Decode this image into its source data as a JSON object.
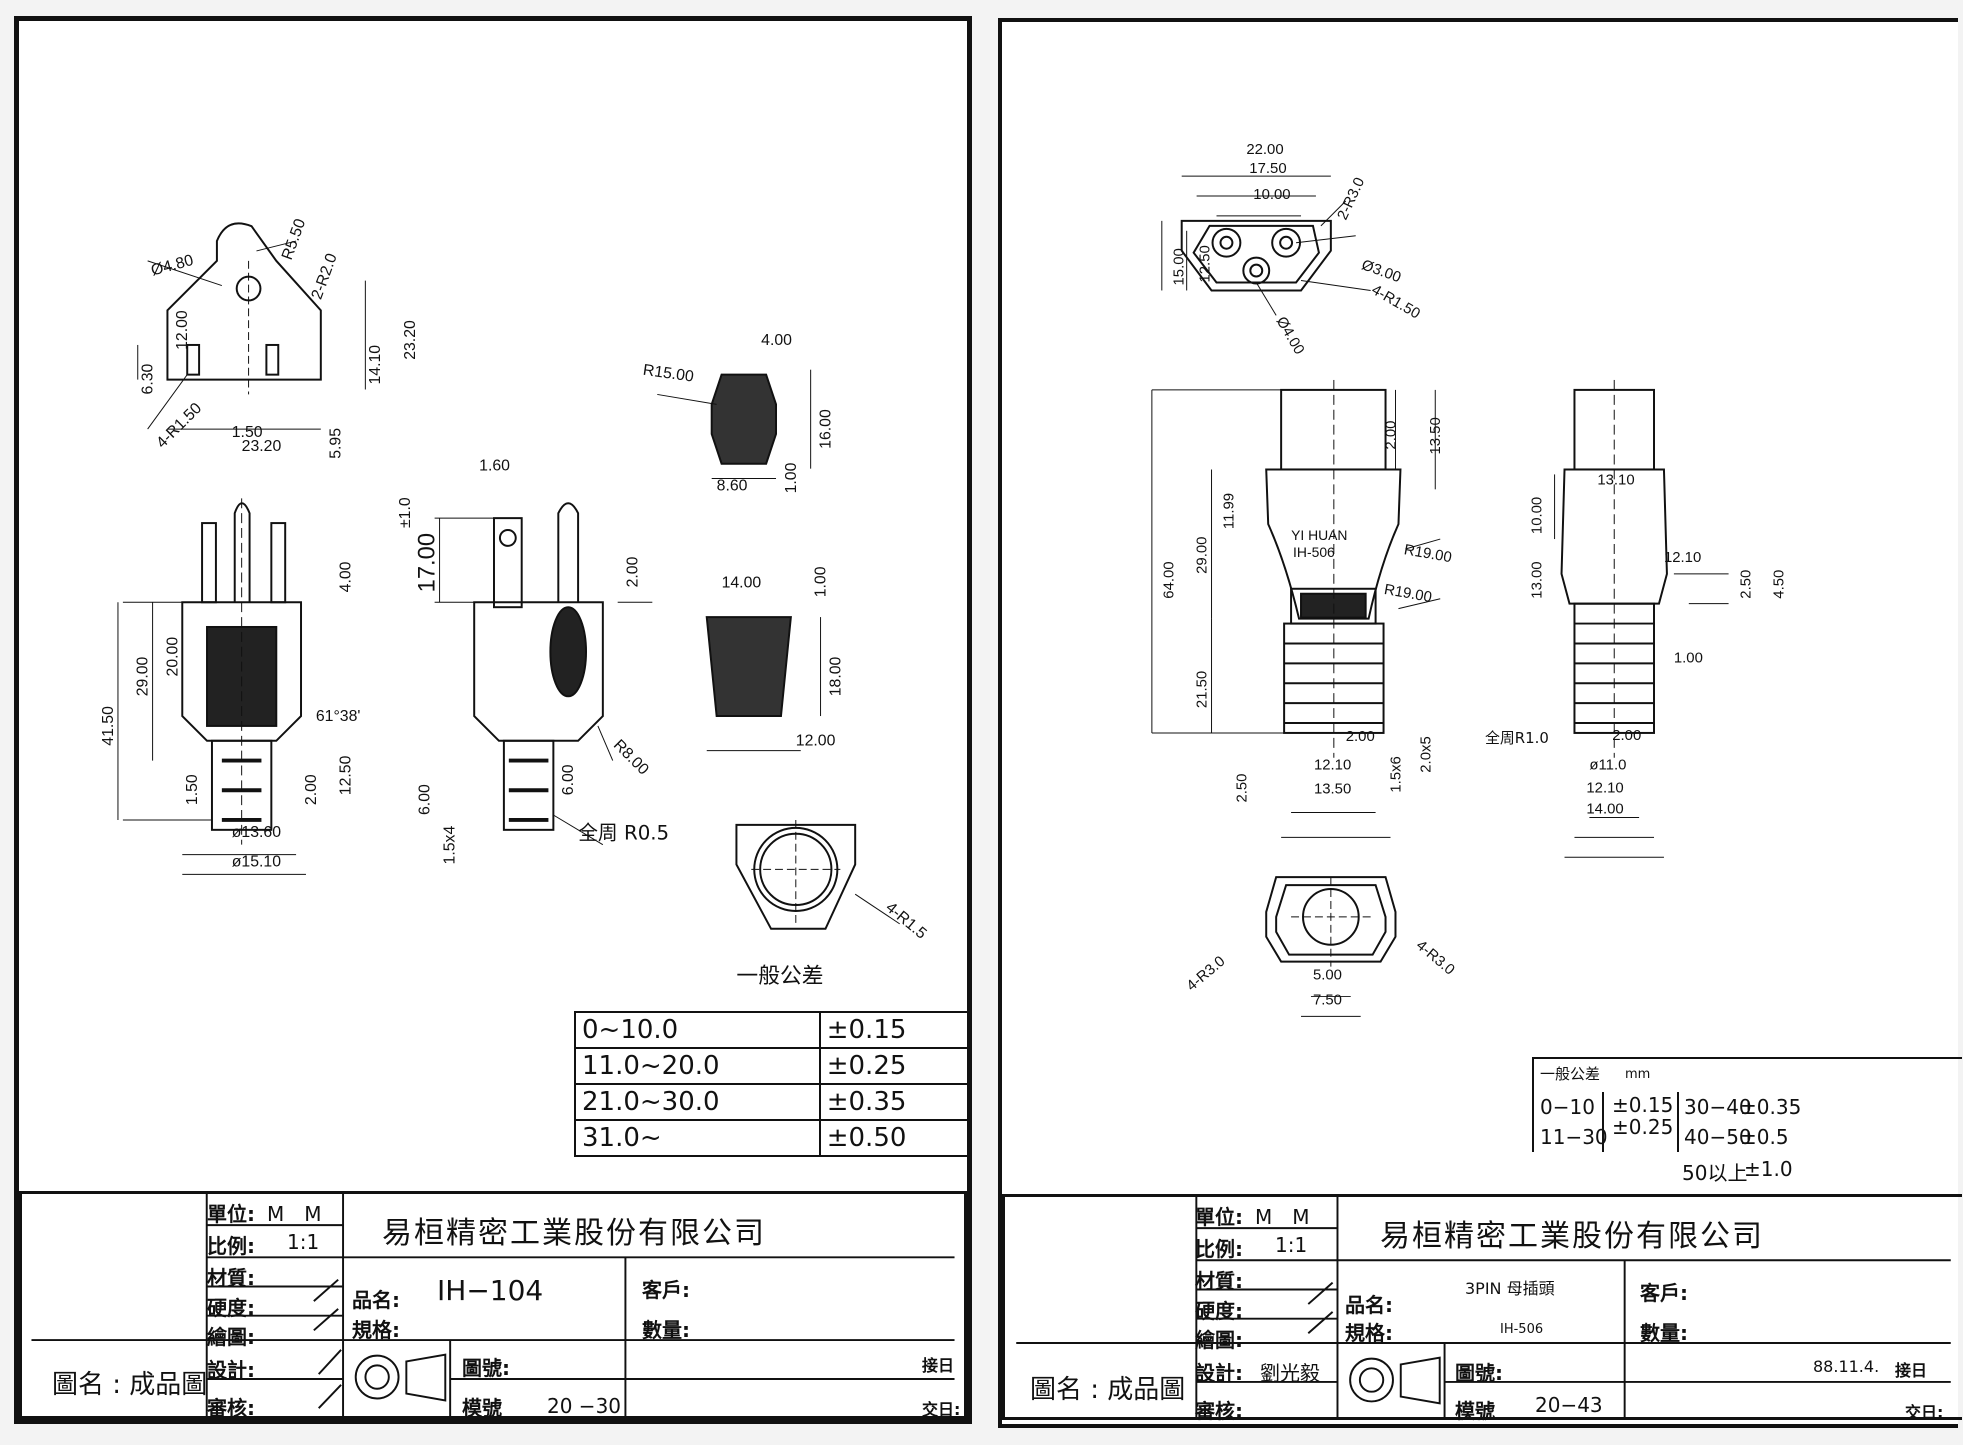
{
  "left": {
    "dimensions": {
      "d1": "Ø4.80",
      "d2": "R5.50",
      "d3": "2-R2.0",
      "d4": "12.00",
      "d5": "6.30",
      "d6": "14.10",
      "d7": "23.20",
      "d8": "4-R1.50",
      "d9": "1.50",
      "d10": "5.95",
      "d11": "23.20",
      "d12": "4.00",
      "d13": "29.00",
      "d14": "20.00",
      "d15": "41.50",
      "d16": "61°38'",
      "d17": "1.50",
      "d18": "2.00",
      "d19": "12.50",
      "d20": "ø13.60",
      "d21": "ø15.10",
      "d22": "1.60",
      "d23": "±1.0",
      "d24": "17.00",
      "d25": "2.00",
      "d26": "R8.00",
      "d27": "6.00",
      "d28": "6.00",
      "d29": "1.5x4",
      "d30": "全周 R0.5",
      "d31": "R15.00",
      "d32": "4.00",
      "d33": "16.00",
      "d34": "8.60",
      "d35": "1.00",
      "d36": "14.00",
      "d37": "1.00",
      "d38": "18.00",
      "d39": "12.00",
      "d40": "4-R1.5"
    },
    "tolerance_title": "一般公差",
    "tolerance_rows": [
      {
        "range": "0~10.0",
        "tol": "±0.15"
      },
      {
        "range": "11.0~20.0",
        "tol": "±0.25"
      },
      {
        "range": "21.0~30.0",
        "tol": "±0.35"
      },
      {
        "range": "31.0~",
        "tol": "±0.50"
      }
    ],
    "titleblock": {
      "unit_label": "單位:",
      "unit": "M　M",
      "scale_label": "比例:",
      "scale": "1:1",
      "material_label": "材質:",
      "hardness_label": "硬度:",
      "drawn_label": "繪圖:",
      "design_label": "設計:",
      "review_label": "審核:",
      "company": "易桓精密工業股份有限公司",
      "product_label": "品名:",
      "product": "IH−104",
      "spec_label": "規格:",
      "customer_label": "客戶:",
      "qty_label": "數量:",
      "drawing_no_label": "圖號:",
      "mold_label": "模號",
      "mold": "20 −30",
      "recv_label": "接日",
      "deliv_label": "交日:",
      "drawing_name": "圖名 : 成品圖"
    }
  },
  "right": {
    "dimensions": {
      "r1": "22.00",
      "r2": "17.50",
      "r3": "10.00",
      "r4": "2-R3.0",
      "r5": "15.00",
      "r6": "12.50",
      "r7": "Ø3.00",
      "r8": "4-R1.50",
      "r9": "Ø4.00",
      "r10": "2.00",
      "r11": "13.50",
      "r12": "64.00",
      "r13": "11.99",
      "r14": "29.00",
      "r15": "R19.00",
      "r16": "R19.00",
      "r17": "21.50",
      "r18": "2.50",
      "r19": "2.00",
      "r20": "12.10",
      "r21": "13.50",
      "r22": "1.5x6",
      "r23": "2.0x5",
      "r24": "13.10",
      "r25": "10.00",
      "r26": "13.00",
      "r27": "12.10",
      "r28": "2.50",
      "r29": "4.50",
      "r30": "1.00",
      "r31": "全周R1.0",
      "r32": "2.00",
      "r33": "ø11.0",
      "r34": "12.10",
      "r35": "14.00",
      "r36": "4-R3.0",
      "r37": "4-R3.0",
      "r38": "5.00",
      "r39": "7.50"
    },
    "brand": "YI HUAN",
    "model_mark": "IH-506",
    "tolerance_title": "一般公差",
    "tolerance_unit": "mm",
    "tolerance": {
      "a": "0−10",
      "b": "11−30",
      "c": "±0.15",
      "d": "±0.25",
      "e": "30−40",
      "f": "±0.35",
      "g": "40−50",
      "h": "±0.5",
      "i": "50以上",
      "j": "±1.0"
    },
    "titleblock": {
      "unit_label": "單位:",
      "unit": "M　M",
      "scale_label": "比例:",
      "scale": "1:1",
      "material_label": "材質:",
      "hardness_label": "硬度:",
      "drawn_label": "繪圖:",
      "design_label": "設計:",
      "designer": "劉光毅",
      "review_label": "審核:",
      "company": "易桓精密工業股份有限公司",
      "product_label": "品名:",
      "product": "3PIN 母插頭",
      "spec_label": "規格:",
      "spec": "IH-506",
      "customer_label": "客戶:",
      "qty_label": "數量:",
      "drawing_no_label": "圖號:",
      "mold_label": "模號",
      "mold": "20−43",
      "date": "88.11.4.",
      "recv_label": "接日",
      "deliv_label": "交日:",
      "drawing_name": "圖名 : 成品圖"
    }
  }
}
